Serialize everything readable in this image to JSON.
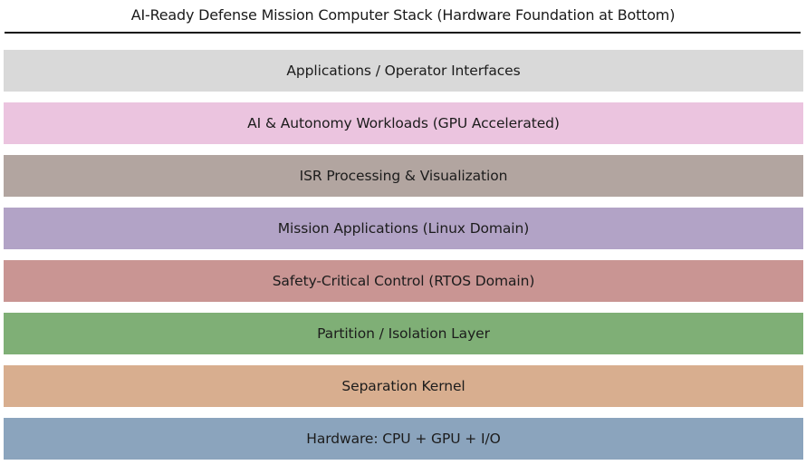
{
  "title": "AI-Ready Defense Mission Computer Stack (Hardware Foundation at Bottom)",
  "layers": [
    {
      "label": "Applications / Operator Interfaces",
      "color": "#d9d9d9"
    },
    {
      "label": "AI & Autonomy Workloads (GPU Accelerated)",
      "color": "#ebc4df"
    },
    {
      "label": "ISR Processing & Visualization",
      "color": "#b2a5a0"
    },
    {
      "label": "Mission Applications (Linux Domain)",
      "color": "#b2a3c6"
    },
    {
      "label": "Safety-Critical Control (RTOS Domain)",
      "color": "#c99593"
    },
    {
      "label": "Partition / Isolation Layer",
      "color": "#7faf76"
    },
    {
      "label": "Separation Kernel",
      "color": "#d8ae8f"
    },
    {
      "label": "Hardware: CPU + GPU + I/O",
      "color": "#8ba4bd"
    }
  ]
}
